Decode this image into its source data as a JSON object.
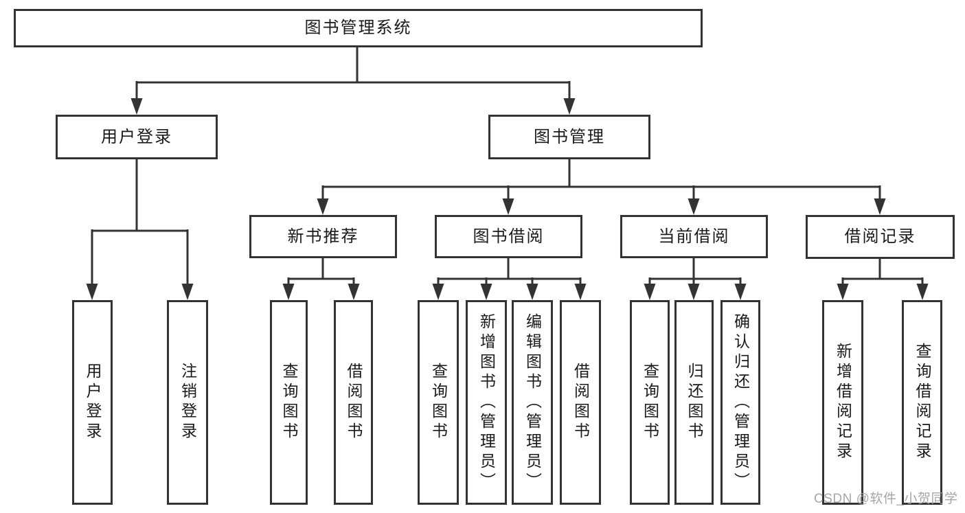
{
  "nodes": {
    "root": "图书管理系统",
    "user_login": "用户登录",
    "book_mgmt": "图书管理",
    "new_book_rec": "新书推荐",
    "book_borrow": "图书借阅",
    "current_borrow": "当前借阅",
    "borrow_records": "借阅记录",
    "leaf_user_login": "用户登录",
    "leaf_logout": "注销登录",
    "leaf_query_book_a": "查询图书",
    "leaf_borrow_book_a": "借阅图书",
    "leaf_query_book_b": "查询图书",
    "leaf_add_book": "新增图书（管理员）",
    "leaf_edit_book": "编辑图书（管理员）",
    "leaf_borrow_book_b": "借阅图书",
    "leaf_query_book_c": "查询图书",
    "leaf_return_book": "归还图书",
    "leaf_confirm_return": "确认归还（管理员）",
    "leaf_add_record": "新增借阅记录",
    "leaf_query_record": "查询借阅记录"
  },
  "watermark": "CSDN @软件_小贺同学",
  "colors": {
    "line": "#333333",
    "text": "#1a1a1a",
    "watermark": "#9e9e9e",
    "background": "#ffffff"
  }
}
